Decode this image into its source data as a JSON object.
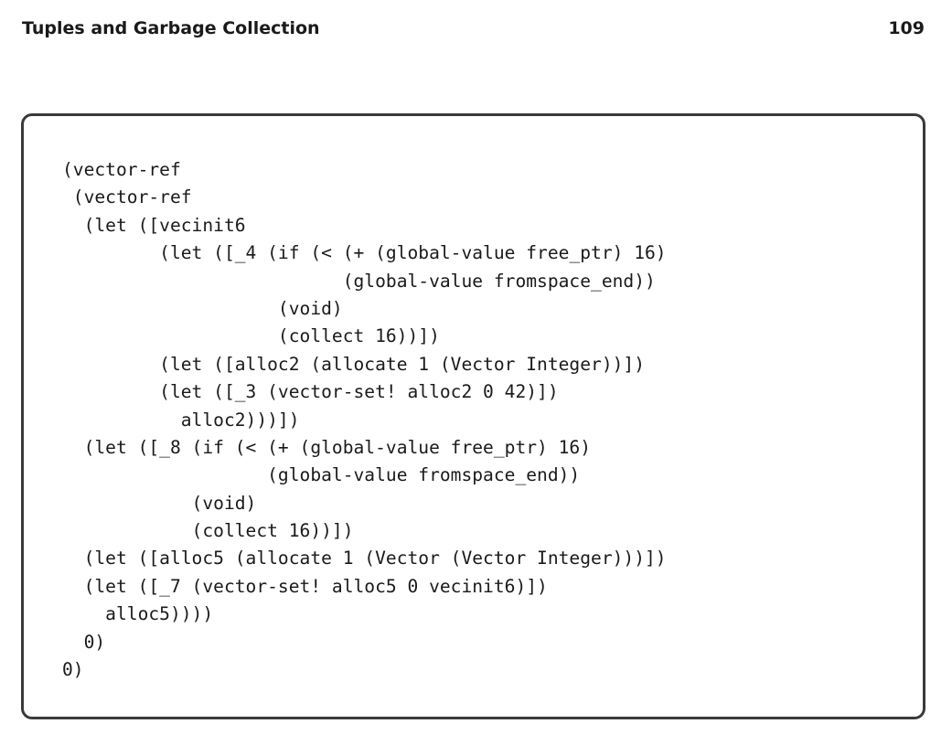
{
  "header": {
    "title": "Tuples and Garbage Collection",
    "page_number": "109"
  },
  "code": {
    "lines": [
      "(vector-ref",
      " (vector-ref",
      "  (let ([vecinit6",
      "         (let ([_4 (if (< (+ (global-value free_ptr) 16)",
      "                          (global-value fromspace_end))",
      "                    (void)",
      "                    (collect 16))])",
      "         (let ([alloc2 (allocate 1 (Vector Integer))])",
      "         (let ([_3 (vector-set! alloc2 0 42)])",
      "           alloc2)))])",
      "  (let ([_8 (if (< (+ (global-value free_ptr) 16)",
      "                   (global-value fromspace_end))",
      "            (void)",
      "            (collect 16))])",
      "  (let ([alloc5 (allocate 1 (Vector (Vector Integer)))])",
      "  (let ([_7 (vector-set! alloc5 0 vecinit6)])",
      "    alloc5))))",
      "  0)",
      "0)"
    ]
  }
}
